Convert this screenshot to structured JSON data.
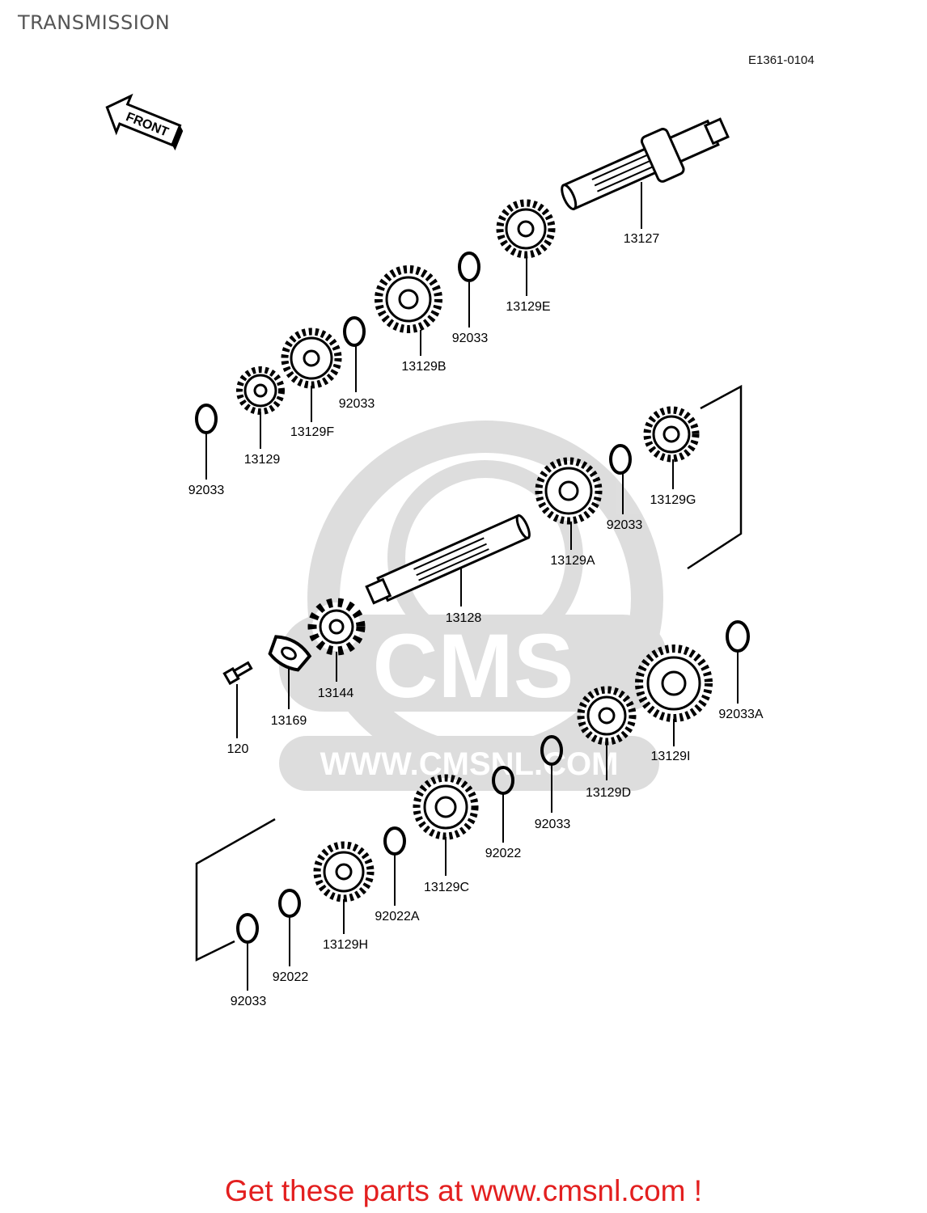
{
  "page": {
    "title": "TRANSMISSION",
    "diagram_code": "E1361-0104"
  },
  "front_badge": "FRONT",
  "watermark": {
    "logo_text": "CMS",
    "url_text": "WWW.CMSNL.COM"
  },
  "parts": [
    {
      "id": "13127",
      "label": "13127"
    },
    {
      "id": "13129E",
      "label": "13129E"
    },
    {
      "id": "92033-upper-1",
      "label": "92033"
    },
    {
      "id": "13129B",
      "label": "13129B"
    },
    {
      "id": "92033-upper-2",
      "label": "92033"
    },
    {
      "id": "13129F",
      "label": "13129F"
    },
    {
      "id": "13129",
      "label": "13129"
    },
    {
      "id": "92033-upper-3",
      "label": "92033"
    },
    {
      "id": "13129G",
      "label": "13129G"
    },
    {
      "id": "92033-mid",
      "label": "92033"
    },
    {
      "id": "13129A",
      "label": "13129A"
    },
    {
      "id": "13128",
      "label": "13128"
    },
    {
      "id": "13144",
      "label": "13144"
    },
    {
      "id": "13169",
      "label": "13169"
    },
    {
      "id": "120",
      "label": "120"
    },
    {
      "id": "92033A",
      "label": "92033A"
    },
    {
      "id": "13129I",
      "label": "13129I"
    },
    {
      "id": "13129D",
      "label": "13129D"
    },
    {
      "id": "92033-lower-1",
      "label": "92033"
    },
    {
      "id": "92022-1",
      "label": "92022"
    },
    {
      "id": "13129C",
      "label": "13129C"
    },
    {
      "id": "92022A",
      "label": "92022A"
    },
    {
      "id": "13129H",
      "label": "13129H"
    },
    {
      "id": "92022-2",
      "label": "92022"
    },
    {
      "id": "92033-lower-2",
      "label": "92033"
    }
  ],
  "footer": {
    "promo_text": "Get these parts at www.cmsnl.com !"
  }
}
